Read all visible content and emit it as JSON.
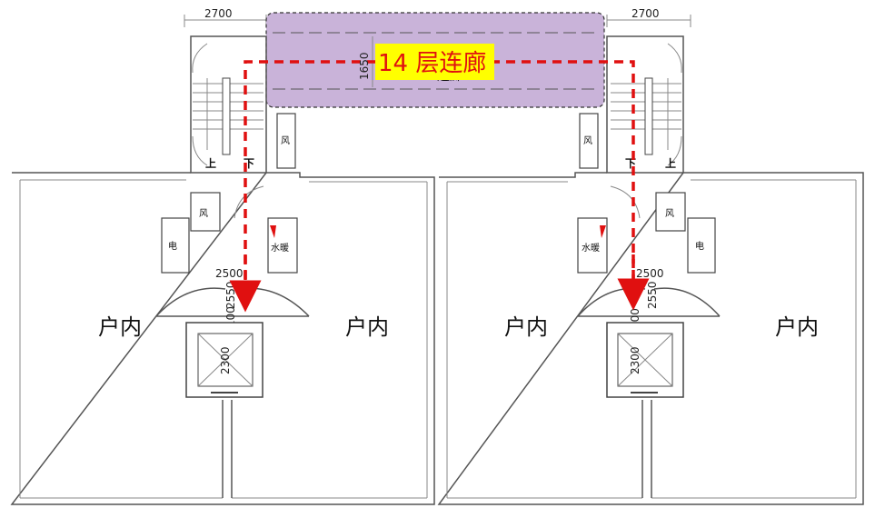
{
  "dimensions": {
    "top_left": "2700",
    "top_right": "2700",
    "corridor_width": "1650",
    "lobby_left": "2500",
    "lobby_right": "2500",
    "depth_left": "2550",
    "depth_right": "2550",
    "elevator_left": "2300",
    "elevator_right": "2300",
    "small_left": "100",
    "small_right": "100"
  },
  "corridor": {
    "title": "14 层连廊",
    "underlay": "连廊",
    "fill_color": "#c9b3d9",
    "label_bg": "#ffff00",
    "label_color": "#e01010"
  },
  "rooms": {
    "unit_1": "户内",
    "unit_2": "户内",
    "unit_3": "户内",
    "unit_4": "户内"
  },
  "stairs": {
    "left_up": "上",
    "left_down": "下",
    "right_down": "下",
    "right_up": "上"
  },
  "shafts": {
    "left_wind_top": "风",
    "left_wind": "风",
    "left_elec": "电",
    "left_water": "水暖",
    "right_wind_top": "风",
    "right_wind": "风",
    "right_elec": "电",
    "right_water": "水暖"
  },
  "route": {
    "color": "#e01010"
  }
}
